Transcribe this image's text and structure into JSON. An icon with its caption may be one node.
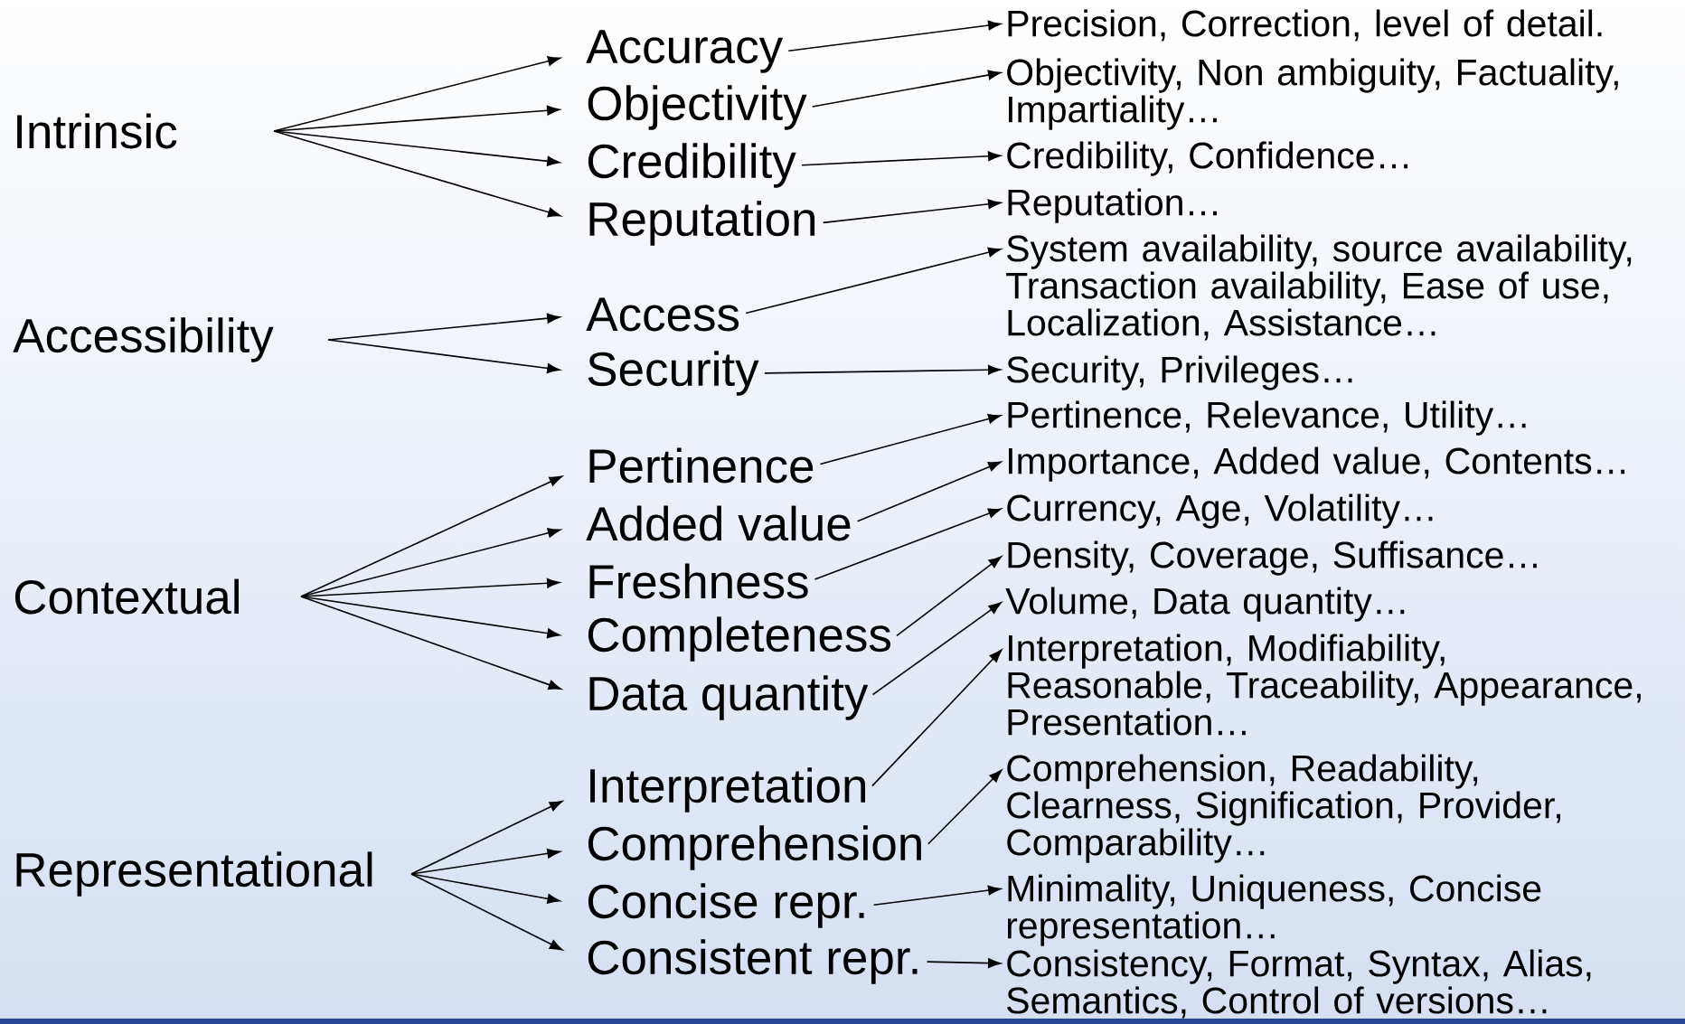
{
  "diagram": {
    "nodes": [
      {
        "text": [
          "Intrinsic"
        ]
      },
      {
        "text": [
          "Accessibility"
        ]
      },
      {
        "text": [
          "Contextual"
        ]
      },
      {
        "text": [
          "Representational"
        ]
      },
      {
        "text": [
          "Accuracy"
        ]
      },
      {
        "text": [
          "Objectivity"
        ]
      },
      {
        "text": [
          "Credibility"
        ]
      },
      {
        "text": [
          "Reputation"
        ]
      },
      {
        "text": [
          "Access"
        ]
      },
      {
        "text": [
          "Security"
        ]
      },
      {
        "text": [
          "Pertinence"
        ]
      },
      {
        "text": [
          "Added value"
        ]
      },
      {
        "text": [
          "Freshness"
        ]
      },
      {
        "text": [
          "Completeness"
        ]
      },
      {
        "text": [
          "Data quantity"
        ]
      },
      {
        "text": [
          "Interpretation"
        ]
      },
      {
        "text": [
          "Comprehension"
        ]
      },
      {
        "text": [
          "Concise repr."
        ]
      },
      {
        "text": [
          "Consistent repr."
        ]
      },
      {
        "text": [
          "Precision, Correction, level of detail."
        ]
      },
      {
        "text": [
          "Objectivity, Non ambiguity, Factuality, Impartiality…"
        ]
      },
      {
        "text": [
          "Credibility, Confidence…"
        ]
      },
      {
        "text": [
          "Reputation…"
        ]
      },
      {
        "text": [
          "System availability, source availability, Transaction availability, Ease of use, Localization, Assistance…"
        ]
      },
      {
        "text": [
          "Security, Privileges…"
        ]
      },
      {
        "text": [
          "Pertinence, Relevance, Utility…"
        ]
      },
      {
        "text": [
          "Importance, Added value, Contents…"
        ]
      },
      {
        "text": [
          "Currency, Age, Volatility…"
        ]
      },
      {
        "text": [
          "Density, Coverage, Suffisance…"
        ]
      },
      {
        "text": [
          "Volume, Data quantity…"
        ]
      },
      {
        "text": [
          "Interpretation, Modifiability, Reasonable, Traceability, Appearance, Presentation…"
        ]
      },
      {
        "text": [
          "Comprehension, Readability, Clearness, Signification, Provider, Comparability…"
        ]
      },
      {
        "text": [
          "Minimality, Uniqueness, Concise representation…"
        ]
      },
      {
        "text": [
          "Consistency, Format, Syntax, Alias, Semantics, Control of versions…"
        ]
      }
    ],
    "edges": [
      {
        "from": 0,
        "to": 4,
        "arrow": "to"
      },
      {
        "from": 0,
        "to": 5,
        "arrow": "to"
      },
      {
        "from": 0,
        "to": 6,
        "arrow": "to"
      },
      {
        "from": 0,
        "to": 7,
        "arrow": "to"
      },
      {
        "from": 1,
        "to": 8,
        "arrow": "to"
      },
      {
        "from": 1,
        "to": 9,
        "arrow": "to"
      },
      {
        "from": 2,
        "to": 10,
        "arrow": "to"
      },
      {
        "from": 2,
        "to": 11,
        "arrow": "to"
      },
      {
        "from": 2,
        "to": 12,
        "arrow": "to"
      },
      {
        "from": 2,
        "to": 13,
        "arrow": "to"
      },
      {
        "from": 2,
        "to": 14,
        "arrow": "to"
      },
      {
        "from": 3,
        "to": 15,
        "arrow": "to"
      },
      {
        "from": 3,
        "to": 16,
        "arrow": "to"
      },
      {
        "from": 3,
        "to": 17,
        "arrow": "to"
      },
      {
        "from": 3,
        "to": 18,
        "arrow": "to"
      },
      {
        "from": 4,
        "to": 19,
        "arrow": "to"
      },
      {
        "from": 5,
        "to": 20,
        "arrow": "to"
      },
      {
        "from": 6,
        "to": 21,
        "arrow": "to"
      },
      {
        "from": 7,
        "to": 22,
        "arrow": "to"
      },
      {
        "from": 8,
        "to": 23,
        "arrow": "to"
      },
      {
        "from": 9,
        "to": 24,
        "arrow": "to"
      },
      {
        "from": 10,
        "to": 25,
        "arrow": "to"
      },
      {
        "from": 11,
        "to": 26,
        "arrow": "to"
      },
      {
        "from": 12,
        "to": 27,
        "arrow": "to"
      },
      {
        "from": 13,
        "to": 28,
        "arrow": "to"
      },
      {
        "from": 14,
        "to": 29,
        "arrow": "to"
      },
      {
        "from": 15,
        "to": 30,
        "arrow": "to"
      },
      {
        "from": 16,
        "to": 31,
        "arrow": "to"
      },
      {
        "from": 17,
        "to": 32,
        "arrow": "to"
      },
      {
        "from": 18,
        "to": 33,
        "arrow": "to"
      }
    ]
  }
}
